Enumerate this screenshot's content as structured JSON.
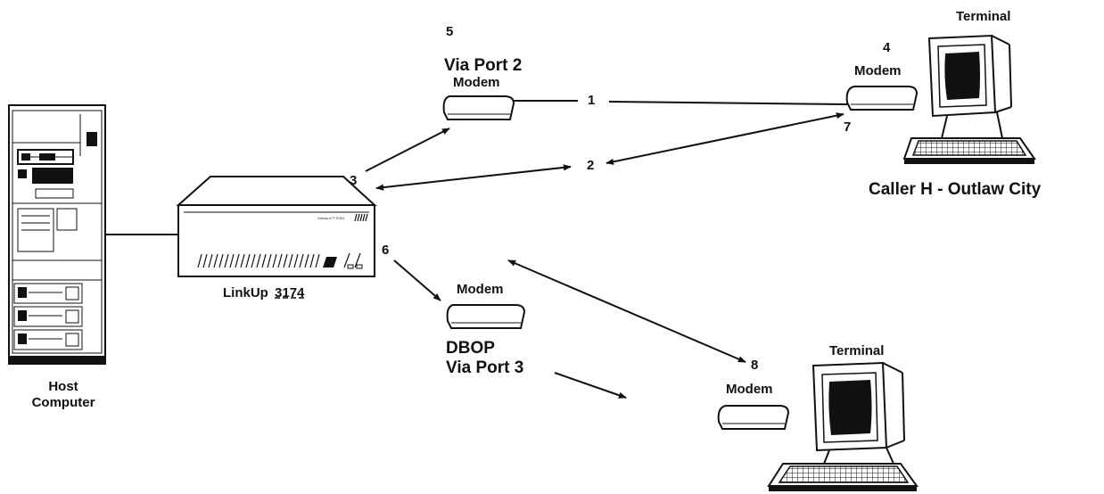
{
  "host": {
    "label_line1": "Host",
    "label_line2": "Computer"
  },
  "controller": {
    "label": "LinkUp",
    "label_number": "3174",
    "panel_text": "Datalynx™ R264"
  },
  "modems": {
    "port2": {
      "label": "Modem",
      "title": "Via Port 2"
    },
    "dbop": {
      "label": "Modem",
      "title_line1": "DBOP",
      "title_line2": "Via Port 3"
    },
    "caller_h": {
      "label": "Modem"
    },
    "remote2": {
      "label": "Modem"
    }
  },
  "terminals": {
    "caller_h": {
      "label": "Terminal",
      "caption": "Caller H - Outlaw City"
    },
    "remote2": {
      "label": "Terminal"
    }
  },
  "steps": {
    "s1": "1",
    "s2": "2",
    "s3": "3",
    "s4": "4",
    "s5": "5",
    "s6": "6",
    "s7": "7",
    "s8": "8"
  }
}
